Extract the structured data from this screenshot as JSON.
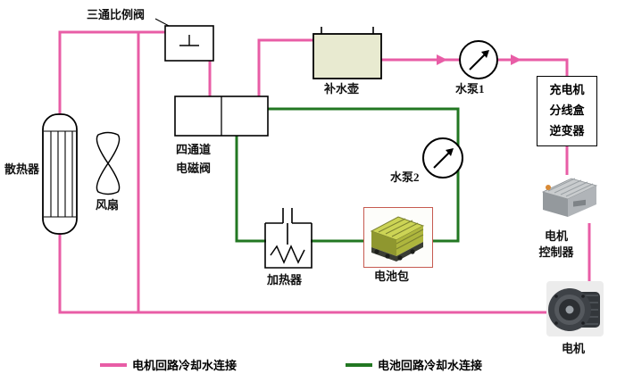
{
  "diagram": {
    "colors": {
      "motor_loop": "#e85da6",
      "battery_loop": "#227722",
      "kettle_fill": "#e8ead0"
    },
    "components": {
      "three_way_valve": {
        "label": "三通比例阀"
      },
      "radiator": {
        "label": "散热器"
      },
      "fan": {
        "label": "风扇"
      },
      "four_channel_valve": {
        "label": "四通道\n电磁阀"
      },
      "kettle": {
        "label": "补水壶"
      },
      "pump1": {
        "label": "水泵1"
      },
      "pump2": {
        "label": "水泵2"
      },
      "heater": {
        "label": "加热器"
      },
      "battery_pack": {
        "label": "电池包"
      },
      "charger_box": {
        "label": "充电机\n分线盒\n逆变器"
      },
      "motor_controller": {
        "label": "电机\n控制器"
      },
      "motor": {
        "label": "电机"
      }
    },
    "legend": {
      "motor_loop": {
        "label": "电机回路冷却水连接"
      },
      "battery_loop": {
        "label": "电池回路冷却水连接"
      }
    }
  }
}
